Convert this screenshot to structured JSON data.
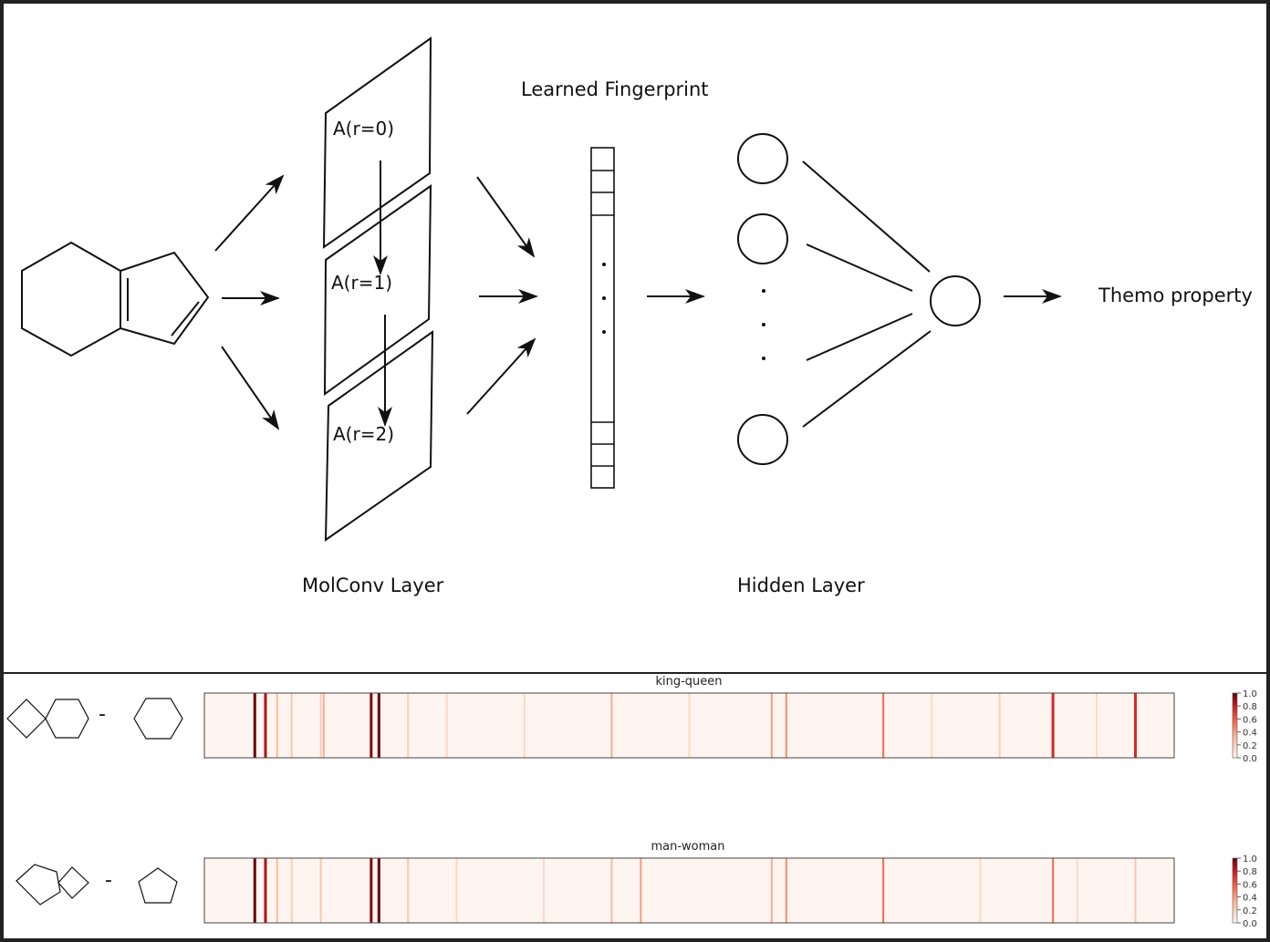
{
  "diagram": {
    "conv_labels": [
      "A(r=0)",
      "A(r=1)",
      "A(r=2)"
    ],
    "fingerprint_title": "Learned Fingerprint",
    "output_label": "Themo property",
    "molconv_label": "MolConv Layer",
    "hidden_label": "Hidden Layer"
  },
  "analogies": [
    {
      "title": "king-queen",
      "minus": "-",
      "left_shape": "spiro-square-hexagon",
      "right_shape": "hexagon",
      "lines": [
        {
          "p": 0.052,
          "v": 1.0
        },
        {
          "p": 0.063,
          "v": 0.85
        },
        {
          "p": 0.075,
          "v": 0.3
        },
        {
          "p": 0.09,
          "v": 0.25
        },
        {
          "p": 0.12,
          "v": 0.2
        },
        {
          "p": 0.123,
          "v": 0.35
        },
        {
          "p": 0.172,
          "v": 0.95
        },
        {
          "p": 0.18,
          "v": 1.0
        },
        {
          "p": 0.21,
          "v": 0.2
        },
        {
          "p": 0.25,
          "v": 0.15
        },
        {
          "p": 0.33,
          "v": 0.15
        },
        {
          "p": 0.42,
          "v": 0.35
        },
        {
          "p": 0.5,
          "v": 0.15
        },
        {
          "p": 0.585,
          "v": 0.4
        },
        {
          "p": 0.6,
          "v": 0.45
        },
        {
          "p": 0.7,
          "v": 0.55
        },
        {
          "p": 0.75,
          "v": 0.15
        },
        {
          "p": 0.82,
          "v": 0.2
        },
        {
          "p": 0.875,
          "v": 0.75
        },
        {
          "p": 0.92,
          "v": 0.15
        },
        {
          "p": 0.96,
          "v": 0.75
        }
      ]
    },
    {
      "title": "man-woman",
      "minus": "-",
      "left_shape": "spiro-pentagon-square",
      "right_shape": "pentagon",
      "lines": [
        {
          "p": 0.052,
          "v": 1.0
        },
        {
          "p": 0.063,
          "v": 0.85
        },
        {
          "p": 0.075,
          "v": 0.3
        },
        {
          "p": 0.09,
          "v": 0.2
        },
        {
          "p": 0.12,
          "v": 0.25
        },
        {
          "p": 0.172,
          "v": 0.95
        },
        {
          "p": 0.18,
          "v": 1.0
        },
        {
          "p": 0.21,
          "v": 0.25
        },
        {
          "p": 0.26,
          "v": 0.15
        },
        {
          "p": 0.35,
          "v": 0.15
        },
        {
          "p": 0.42,
          "v": 0.3
        },
        {
          "p": 0.45,
          "v": 0.4
        },
        {
          "p": 0.585,
          "v": 0.35
        },
        {
          "p": 0.6,
          "v": 0.45
        },
        {
          "p": 0.7,
          "v": 0.55
        },
        {
          "p": 0.8,
          "v": 0.15
        },
        {
          "p": 0.875,
          "v": 0.55
        },
        {
          "p": 0.9,
          "v": 0.15
        },
        {
          "p": 0.96,
          "v": 0.25
        }
      ]
    }
  ],
  "colorbar_ticks": [
    "1.0",
    "0.8",
    "0.6",
    "0.4",
    "0.2",
    "0.0"
  ]
}
